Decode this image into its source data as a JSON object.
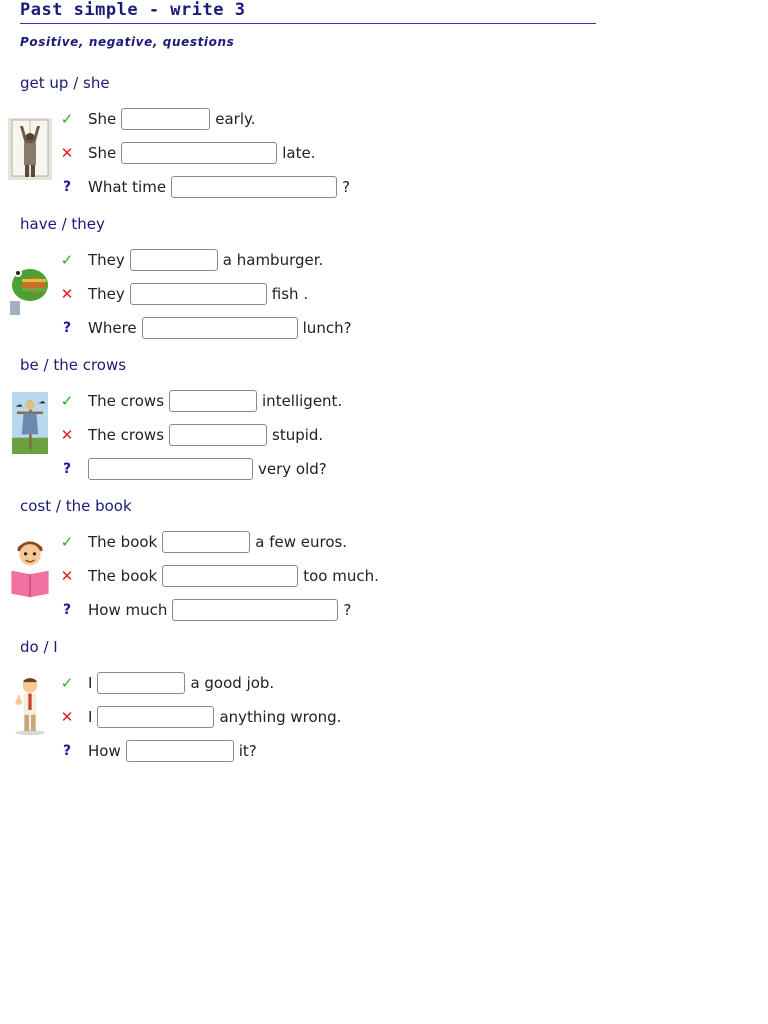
{
  "header": {
    "title": "Past simple - write 3",
    "subtitle": "Positive, negative, questions"
  },
  "sections": [
    {
      "heading": "get up / she",
      "image": "woman-at-window",
      "rows": [
        {
          "type": "positive",
          "symbol": "✓",
          "before": "She",
          "after": "early."
        },
        {
          "type": "negative",
          "symbol": "✕",
          "before": "She",
          "after": "late."
        },
        {
          "type": "question",
          "symbol": "?",
          "before": "What time",
          "after": "?"
        }
      ]
    },
    {
      "heading": "have / they",
      "image": "frog-eating-hamburger",
      "rows": [
        {
          "type": "positive",
          "symbol": "✓",
          "before": "They",
          "after": "a hamburger."
        },
        {
          "type": "negative",
          "symbol": "✕",
          "before": "They",
          "after": "fish ."
        },
        {
          "type": "question",
          "symbol": "?",
          "before": "Where",
          "after": "lunch?"
        }
      ]
    },
    {
      "heading": "be / the crows",
      "image": "scarecrow-with-crows",
      "rows": [
        {
          "type": "positive",
          "symbol": "✓",
          "before": "The crows",
          "after": "intelligent."
        },
        {
          "type": "negative",
          "symbol": "✕",
          "before": "The crows",
          "after": "stupid."
        },
        {
          "type": "question",
          "symbol": "?",
          "before": "",
          "after": "very old?"
        }
      ]
    },
    {
      "heading": "cost / the book",
      "image": "boy-reading-book",
      "rows": [
        {
          "type": "positive",
          "symbol": "✓",
          "before": "The book",
          "after": "a few euros."
        },
        {
          "type": "negative",
          "symbol": "✕",
          "before": "The book",
          "after": "too much."
        },
        {
          "type": "question",
          "symbol": "?",
          "before": "How much",
          "after": "?"
        }
      ]
    },
    {
      "heading": "do / I",
      "image": "man-thumbs-up",
      "rows": [
        {
          "type": "positive",
          "symbol": "✓",
          "before": "I",
          "after": "a good job."
        },
        {
          "type": "negative",
          "symbol": "✕",
          "before": "I",
          "after": "anything wrong."
        },
        {
          "type": "question",
          "symbol": "?",
          "before": "How",
          "after": "it?"
        }
      ]
    }
  ]
}
